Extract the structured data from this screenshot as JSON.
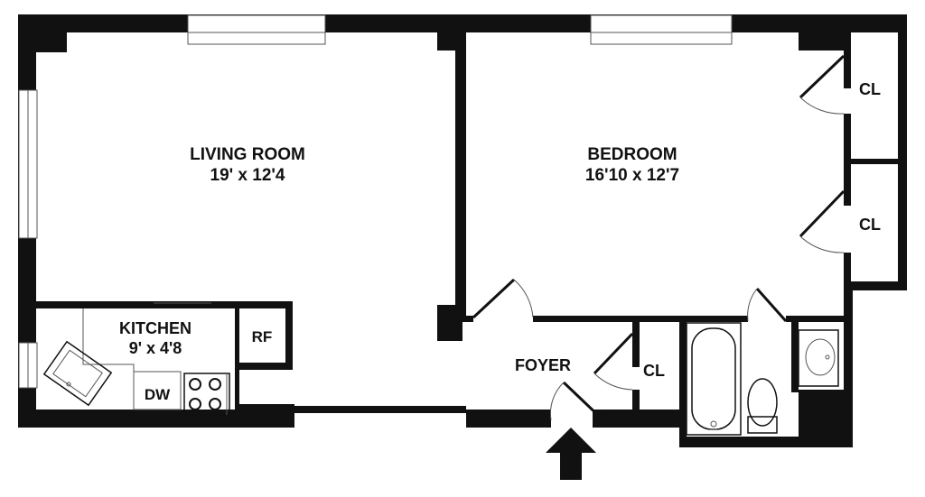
{
  "colors": {
    "wall": "#111111",
    "background": "#ffffff",
    "fixture_line": "#555555"
  },
  "rooms": {
    "living_room": {
      "name": "LIVING ROOM",
      "size": "19' x 12'4"
    },
    "bedroom": {
      "name": "BEDROOM",
      "size": "16'10 x 12'7"
    },
    "kitchen": {
      "name": "KITCHEN",
      "size": "9' x 4'8"
    },
    "foyer": {
      "name": "FOYER"
    }
  },
  "closets": {
    "bedroom_closet_1": "CL",
    "bedroom_closet_2": "CL",
    "foyer_closet": "CL"
  },
  "appliances": {
    "refrigerator": "RF",
    "dishwasher": "DW"
  },
  "icons": {
    "entry": "entry-arrow-icon",
    "sink": "sink-icon",
    "stove": "stove-icon",
    "bathtub": "bathtub-icon",
    "toilet": "toilet-icon",
    "vanity": "bathroom-sink-icon"
  }
}
